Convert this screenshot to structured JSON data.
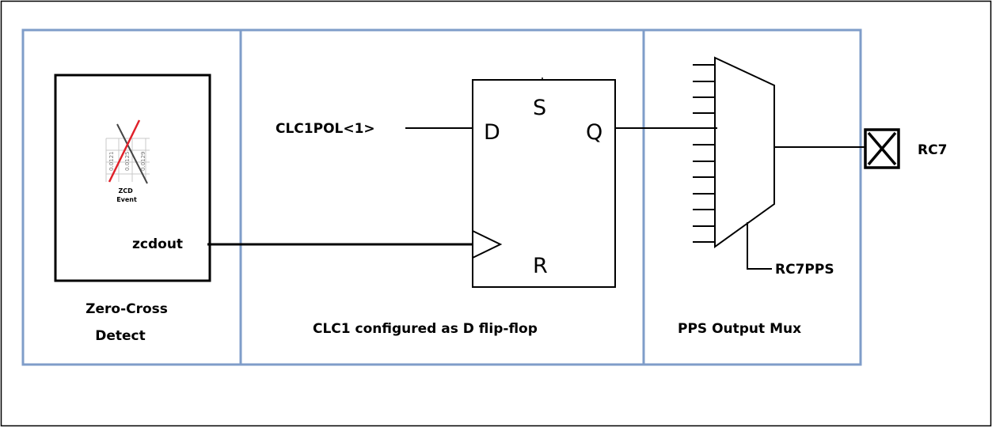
{
  "sections": {
    "zcd": "Zero-Cross Detect",
    "clc": "CLC1 configured as D flip-flop",
    "pps": "PPS Output Mux"
  },
  "zcd_block": {
    "icon_label": "ZCD Event",
    "icon_tick_labels": [
      "0.0121",
      "0.0125",
      "0.0129"
    ],
    "output": "zcdout"
  },
  "flipflop": {
    "input": "CLC1POL<1>",
    "pins": {
      "d": "D",
      "s": "S",
      "q": "Q",
      "r": "R"
    }
  },
  "mux": {
    "select": "RC7PPS",
    "output_pin": "RC7"
  }
}
